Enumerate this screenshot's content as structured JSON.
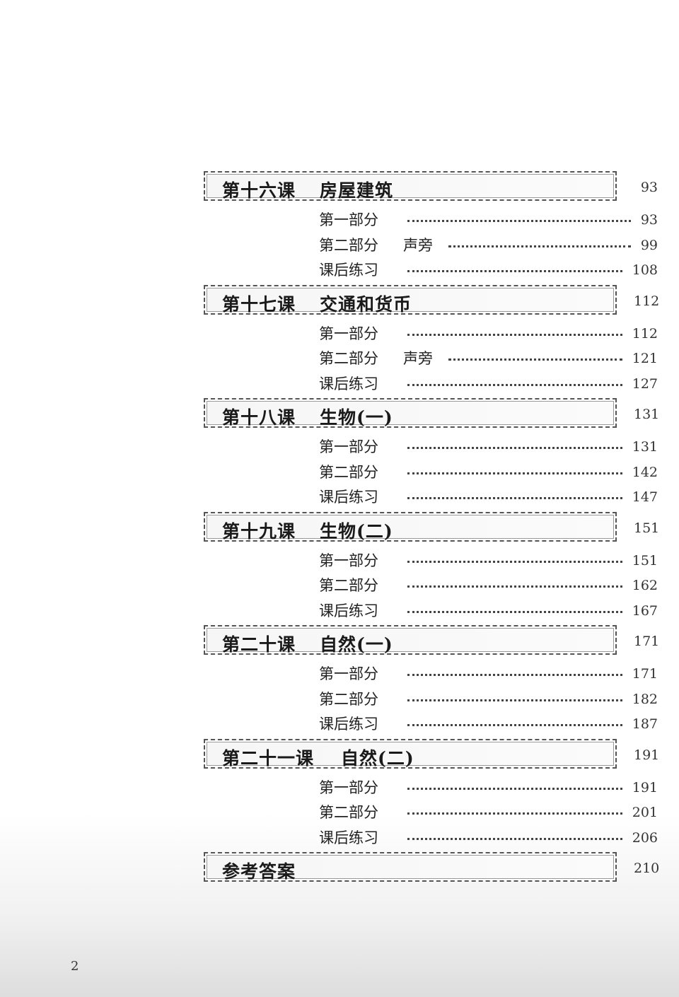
{
  "lessons": [
    {
      "number": "第十六课",
      "title": "房屋建筑",
      "page": "93",
      "entries": [
        {
          "label": "第一部分",
          "extra": "",
          "page": "93"
        },
        {
          "label": "第二部分",
          "extra": "声旁",
          "page": "99"
        },
        {
          "label": "课后练习",
          "extra": "",
          "page": "108"
        }
      ]
    },
    {
      "number": "第十七课",
      "title": "交通和货币",
      "page": "112",
      "entries": [
        {
          "label": "第一部分",
          "extra": "",
          "page": "112"
        },
        {
          "label": "第二部分",
          "extra": "声旁",
          "page": "121"
        },
        {
          "label": "课后练习",
          "extra": "",
          "page": "127"
        }
      ]
    },
    {
      "number": "第十八课",
      "title": "生物(一)",
      "page": "131",
      "entries": [
        {
          "label": "第一部分",
          "extra": "",
          "page": "131"
        },
        {
          "label": "第二部分",
          "extra": "",
          "page": "142"
        },
        {
          "label": "课后练习",
          "extra": "",
          "page": "147"
        }
      ]
    },
    {
      "number": "第十九课",
      "title": "生物(二)",
      "page": "151",
      "entries": [
        {
          "label": "第一部分",
          "extra": "",
          "page": "151"
        },
        {
          "label": "第二部分",
          "extra": "",
          "page": "162"
        },
        {
          "label": "课后练习",
          "extra": "",
          "page": "167"
        }
      ]
    },
    {
      "number": "第二十课",
      "title": "自然(一)",
      "page": "171",
      "entries": [
        {
          "label": "第一部分",
          "extra": "",
          "page": "171"
        },
        {
          "label": "第二部分",
          "extra": "",
          "page": "182"
        },
        {
          "label": "课后练习",
          "extra": "",
          "page": "187"
        }
      ]
    },
    {
      "number": "第二十一课",
      "title": "自然(二)",
      "page": "191",
      "entries": [
        {
          "label": "第一部分",
          "extra": "",
          "page": "191"
        },
        {
          "label": "第二部分",
          "extra": "",
          "page": "201"
        },
        {
          "label": "课后练习",
          "extra": "",
          "page": "206"
        }
      ]
    }
  ],
  "answers": {
    "title": "参考答案",
    "page": "210"
  },
  "footer": {
    "page_number": "2"
  }
}
